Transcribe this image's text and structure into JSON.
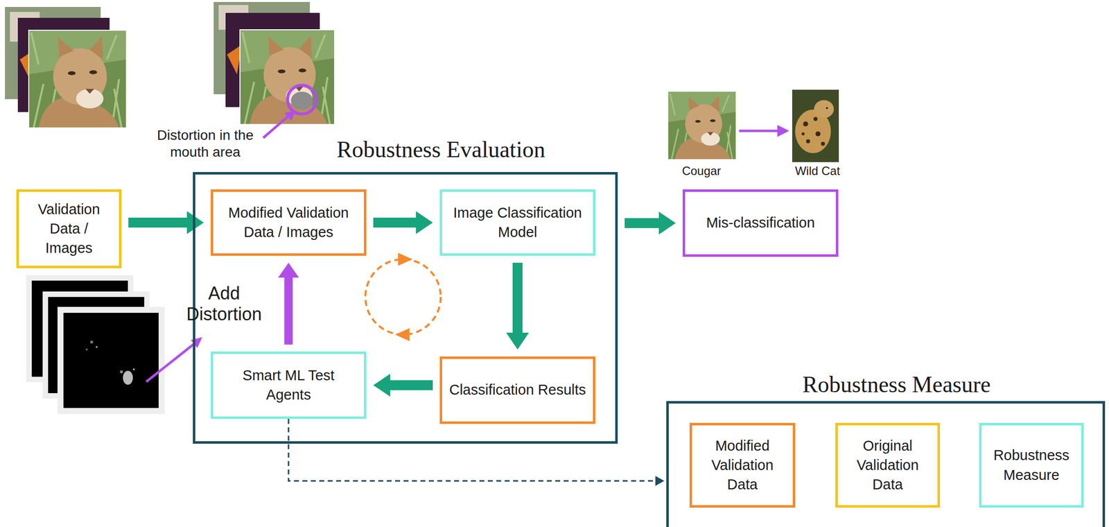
{
  "diagram": {
    "nodes": [
      {
        "text": [
          "Validation Data / Images"
        ]
      },
      {
        "text": [
          "Robustness Evaluation"
        ]
      },
      {
        "text": [
          "Modified Validation Data / Images"
        ],
        "in": 1
      },
      {
        "text": [
          "Image Classification Model"
        ],
        "in": 1
      },
      {
        "text": [
          "Classification Results"
        ],
        "in": 1
      },
      {
        "text": [
          "Smart ML Test Agents"
        ],
        "in": 1
      },
      {
        "text": [
          "Mis-classification"
        ]
      },
      {
        "text": [
          "Robustness Measure"
        ]
      },
      {
        "text": [
          "Modified Validation Data"
        ],
        "in": 7
      },
      {
        "text": [
          "Original Validation Data"
        ],
        "in": 7
      },
      {
        "text": [
          "Robustness Measure"
        ],
        "in": 7
      }
    ],
    "edges": [
      {
        "from": 0,
        "to": 2,
        "arrow": "to"
      },
      {
        "from": 2,
        "to": 3,
        "arrow": "to"
      },
      {
        "from": 3,
        "to": 4,
        "arrow": "to"
      },
      {
        "from": 4,
        "to": 5,
        "arrow": "to"
      },
      {
        "from": 5,
        "to": 2,
        "arrow": "to",
        "label": "Add Distortion"
      },
      {
        "from": 1,
        "to": 6,
        "arrow": "to"
      },
      {
        "from": 5,
        "to": 7,
        "arrow": "to"
      }
    ],
    "labels": [
      "Distortion in the mouth area",
      "Cougar",
      "Wild Cat"
    ]
  }
}
